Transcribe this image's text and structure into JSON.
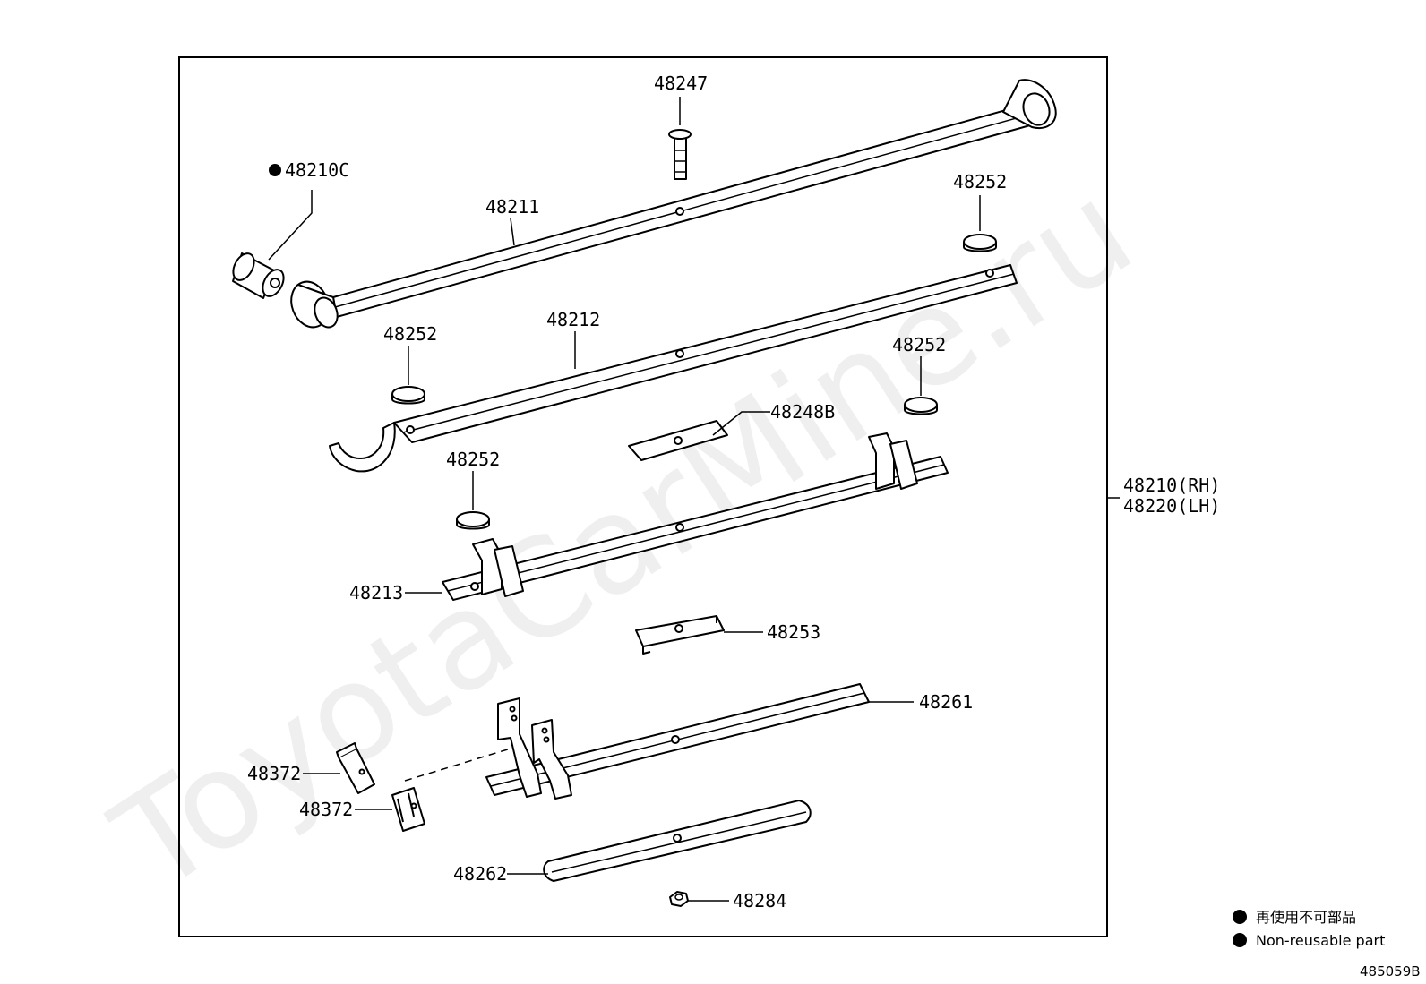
{
  "watermark": "ToyotaCarMine.ru",
  "diagram_id": "485059B",
  "assembly": {
    "rh": "48210(RH)",
    "lh": "48220(LH)"
  },
  "legend": {
    "japanese": "再使用不可部品",
    "english": "Non-reusable part"
  },
  "parts": {
    "p48247": "48247",
    "p48210c": "48210C",
    "p48211": "48211",
    "p48252_top": "48252",
    "p48212": "48212",
    "p48252_left": "48252",
    "p48252_right": "48252",
    "p48248b": "48248B",
    "p48252_mid": "48252",
    "p48213": "48213",
    "p48253": "48253",
    "p48261": "48261",
    "p48372_a": "48372",
    "p48372_b": "48372",
    "p48262": "48262",
    "p48284": "48284"
  }
}
